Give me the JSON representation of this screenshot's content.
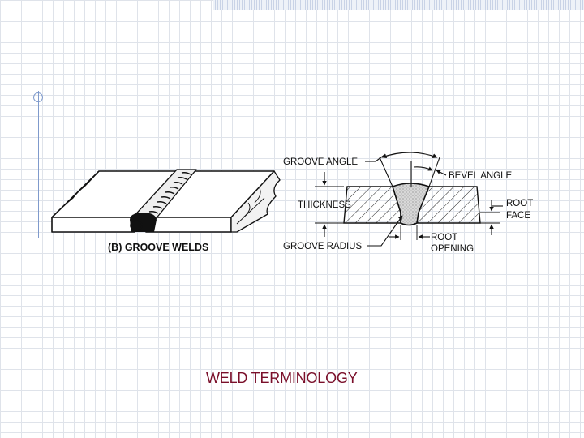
{
  "diagram": {
    "caption": "(B) GROOVE WELDS",
    "labels": {
      "groove_angle": "GROOVE ANGLE",
      "bevel_angle": "BEVEL ANGLE",
      "thickness": "THICKNESS",
      "root_face_line1": "ROOT",
      "root_face_line2": "FACE",
      "groove_radius": "GROOVE RADIUS",
      "root_opening_line1": "ROOT",
      "root_opening_line2": "OPENING"
    }
  },
  "slide": {
    "title": "WELD TERMINOLOGY"
  },
  "colors": {
    "title": "#7a0f2a",
    "accent_lines": "#7f9acc",
    "grid": "#dfe3ea"
  }
}
